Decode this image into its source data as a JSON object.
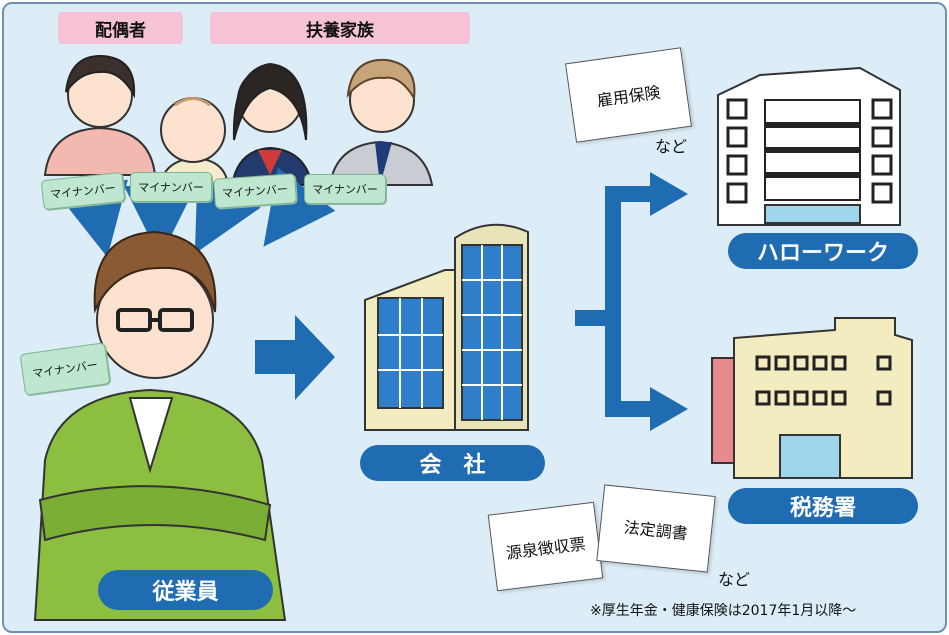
{
  "labels": {
    "spouse": "配偶者",
    "dependents": "扶養家族",
    "my_number": "マイナンバー",
    "employee": "従業員",
    "company": "会　社",
    "hello_work": "ハローワーク",
    "tax_office": "税務署",
    "employment_insurance": "雇用保険",
    "withholding_slip": "源泉徴収票",
    "statutory_report": "法定調書",
    "etc": "など",
    "footnote": "※厚生年金・健康保険は2017年1月以降～"
  },
  "colors": {
    "background": "#dcedf8",
    "border": "#6f8fb3",
    "arrow_blue": "#1f6cb3",
    "pill_pink": "#f6c3d6",
    "card_green": "#bfe6cf"
  }
}
